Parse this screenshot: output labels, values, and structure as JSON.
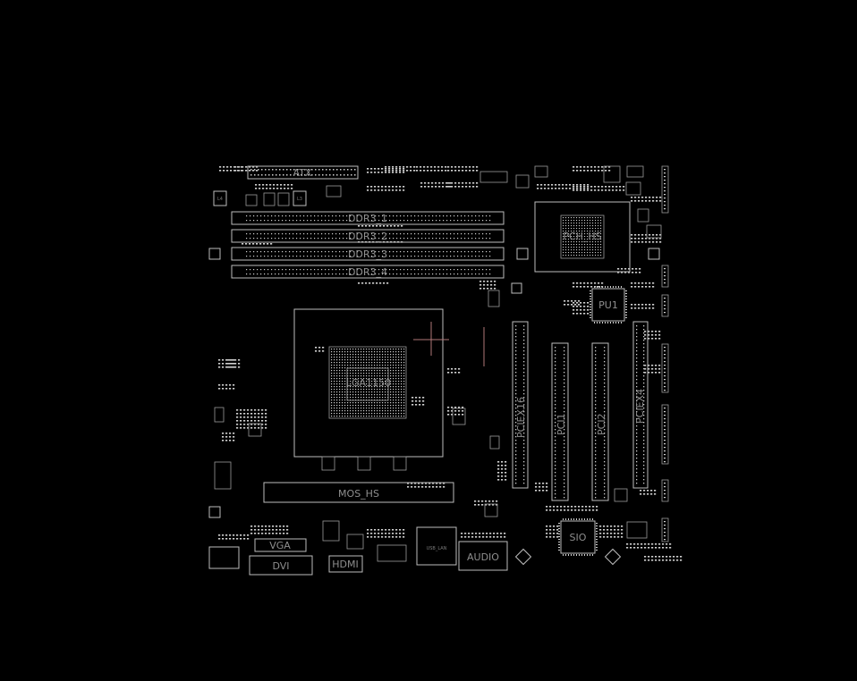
{
  "labels": {
    "atx": "ATX",
    "ddr3_1": "DDR3_1",
    "ddr3_2": "DDR3_2",
    "ddr3_3": "DDR3_3",
    "ddr3_4": "DDR3_4",
    "pch_hs": "PCH_HS",
    "pu1": "PU1",
    "cpu_socket": "LGA1150",
    "pciex16": "PCIEX16",
    "pci1": "PCI1",
    "pci2": "PCI2",
    "pciex4": "PCIEX4",
    "mos_hs": "MOS_HS",
    "sio": "SIO",
    "vga": "VGA",
    "dvi": "DVI",
    "hdmi": "HDMI",
    "audio": "AUDIO",
    "usb_lan": "USB_LAN",
    "l3": "L3",
    "l4": "L4"
  },
  "colors": {
    "background": "#000000",
    "outline": "#bdbdbd",
    "label": "#8e8e8e",
    "marker": "#b07878"
  }
}
